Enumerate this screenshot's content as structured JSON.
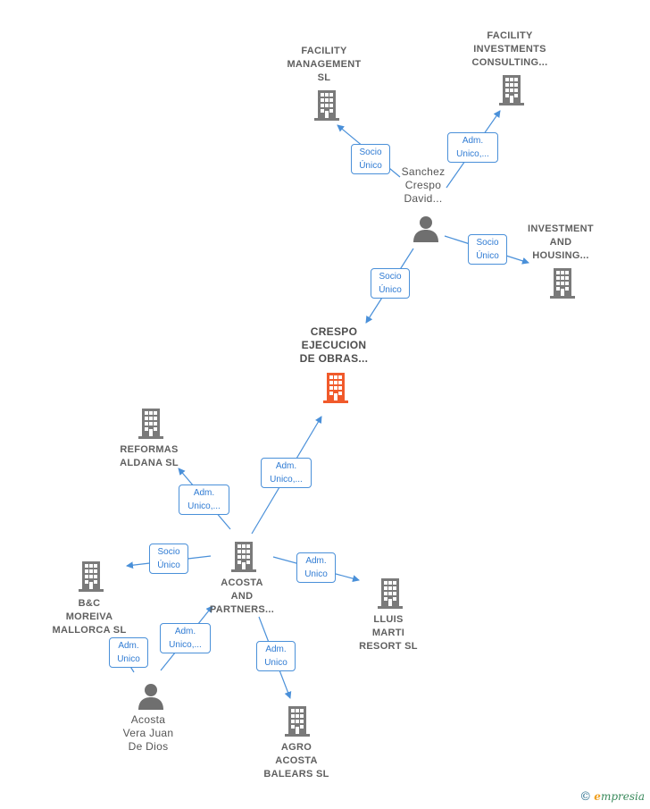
{
  "nodes": {
    "facility_management": {
      "lines": [
        "FACILITY",
        "MANAGEMENT",
        "SL"
      ]
    },
    "facility_investments": {
      "lines": [
        "FACILITY",
        "INVESTMENTS",
        "CONSULTING..."
      ]
    },
    "sanchez": {
      "lines": [
        "Sanchez",
        "Crespo",
        "David..."
      ]
    },
    "investment_housing": {
      "lines": [
        "INVESTMENT",
        "AND",
        "HOUSING..."
      ]
    },
    "crespo": {
      "lines": [
        "CRESPO",
        "EJECUCION",
        "DE OBRAS..."
      ]
    },
    "reformas": {
      "lines": [
        "REFORMAS",
        "ALDANA SL"
      ]
    },
    "acosta_partners": {
      "lines": [
        "ACOSTA",
        "AND",
        "PARTNERS..."
      ]
    },
    "bc_moreiva": {
      "lines": [
        "B&C",
        "MOREIVA",
        "MALLORCA SL"
      ]
    },
    "lluis_marti": {
      "lines": [
        "LLUIS",
        "MARTI",
        "RESORT SL"
      ]
    },
    "acosta_vera": {
      "lines": [
        "Acosta",
        "Vera Juan",
        "De Dios"
      ]
    },
    "agro_acosta": {
      "lines": [
        "AGRO",
        "ACOSTA",
        "BALEARS SL"
      ]
    }
  },
  "edge_labels": {
    "e1": [
      "Socio",
      "Único"
    ],
    "e2": [
      "Adm.",
      "Unico,..."
    ],
    "e3": [
      "Socio",
      "Único"
    ],
    "e4": [
      "Socio",
      "Único"
    ],
    "e5": [
      "Adm.",
      "Unico,..."
    ],
    "e6": [
      "Adm.",
      "Unico,..."
    ],
    "e7": [
      "Socio",
      "Único"
    ],
    "e8": [
      "Adm.",
      "Unico"
    ],
    "e9": [
      "Adm.",
      "Unico,..."
    ],
    "e10": [
      "Adm.",
      "Unico"
    ],
    "e11": [
      "Adm.",
      "Unico"
    ]
  },
  "colors": {
    "company_icon": "#7a7a7a",
    "center_icon": "#f15a2b",
    "person_icon": "#6f6f6f",
    "edge": "#4a90d9",
    "edge_label_text": "#2f7bd3"
  },
  "footer": {
    "copyright": "©",
    "brand_initial": "e",
    "brand_rest": "mpresia"
  }
}
